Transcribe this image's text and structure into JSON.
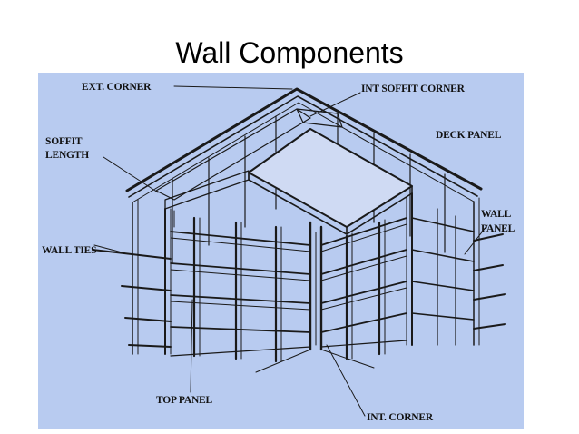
{
  "slide": {
    "title": "Wall Components"
  },
  "diagram": {
    "background_color": "#b8cbf0",
    "ink_color": "#1a1a1a",
    "labels": {
      "ext_corner": "EXT. CORNER",
      "int_soffit_corner": "INT SOFFIT CORNER",
      "soffit_length_line1": "SOFFIT",
      "soffit_length_line2": "LENGTH",
      "deck_panel": "DECK PANEL",
      "wall_panel_line1": "WALL",
      "wall_panel_line2": "PANEL",
      "wall_ties": "WALL TIES",
      "top_panel": "TOP PANEL",
      "int_corner": "INT. CORNER"
    }
  }
}
